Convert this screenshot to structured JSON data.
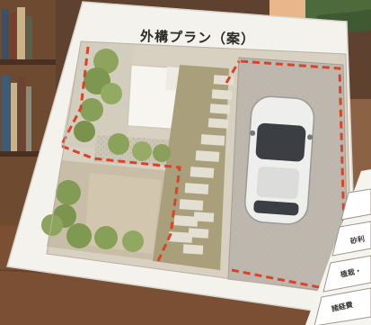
{
  "plan_title": "外構プラン（案）",
  "side_sheet": {
    "rows": [
      "砂利",
      "植栽・",
      "諸経費"
    ]
  },
  "colors": {
    "boundary_line": "#d8442a",
    "paper": "#f4f2ed",
    "gravel": "#cfc8bb",
    "concrete": "#c2bcb2",
    "greenery": "#7f9a55",
    "table_wood": "#7a4f33"
  },
  "objects": {
    "car": "white-car-top-view",
    "house": "house-roof",
    "shelf": "bookshelf",
    "hand": "hand-holding-paper"
  }
}
